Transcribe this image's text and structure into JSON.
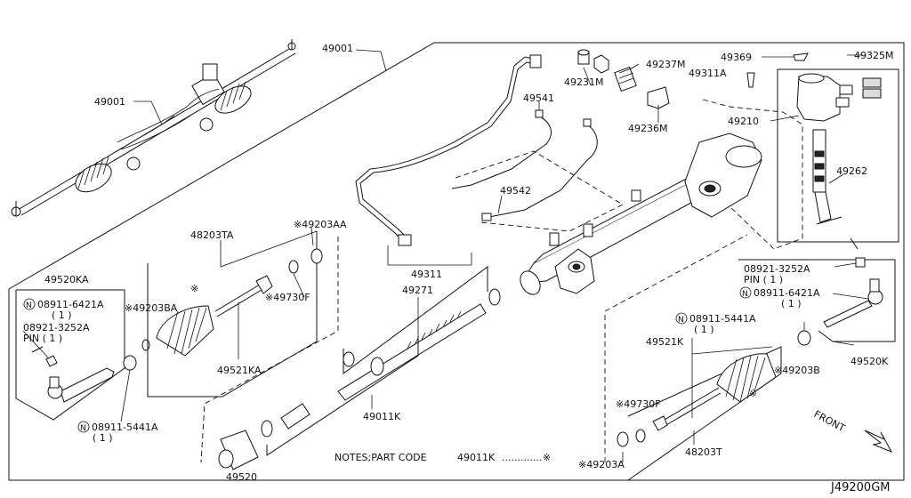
{
  "diagram_code": "J49200GM",
  "notes": {
    "prefix": "NOTES;PART CODE",
    "part": "49011K",
    "dots": ".............",
    "star": "※"
  },
  "front_label": "FRONT",
  "labels": {
    "p49001_top": "49001",
    "p49001_left": "49001",
    "p49231M": "49231M",
    "p49237M": "49237M",
    "p49369": "49369",
    "p49325M": "49325M",
    "p49311A": "49311A",
    "p49541": "49541",
    "p49236M": "49236M",
    "p49210": "49210",
    "p49262": "49262",
    "p49542": "49542",
    "p49311": "49311",
    "p49271": "49271",
    "p48203TA": "48203TA",
    "p49203AA": "※49203AA",
    "p49520KA": "49520KA",
    "p08911_6421A_left": "08911-6421A",
    "p08911_6421A_left_qty": "( 1 )",
    "p08921_3252A_left": "08921-3252A",
    "p08921_3252A_left_pin": "PIN ( 1 )",
    "p49203BA": "※49203BA",
    "p49730F_left": "※49730F",
    "p49521KA": "49521KA",
    "p08911_5441A_left": "08911-5441A",
    "p08911_5441A_left_qty": "( 1 )",
    "p49011K": "49011K",
    "p49520": "49520",
    "p08921_3252A_right": "08921-3252A",
    "p08921_3252A_right_pin": "PIN ( 1 )",
    "p08911_6421A_right": "08911-6421A",
    "p08911_6421A_right_qty": "( 1 )",
    "p08911_5441A_right": "08911-5441A",
    "p08911_5441A_right_qty": "( 1 )",
    "p49521K": "49521K",
    "p49730F_right": "※49730F",
    "p49203B": "※49203B",
    "p49520K": "49520K",
    "p48203T": "48203T",
    "p49203A": "※49203A",
    "n_marker": "N",
    "star": "※"
  }
}
